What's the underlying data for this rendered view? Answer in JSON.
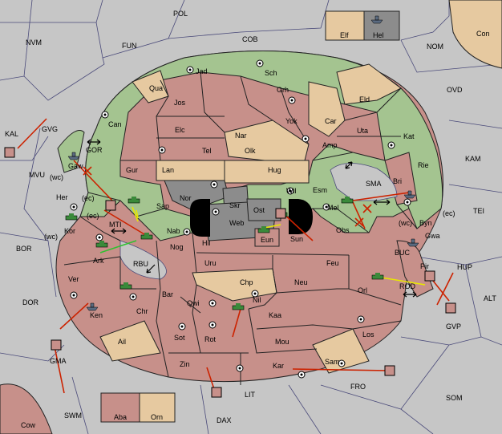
{
  "colors": {
    "sea": "#c6c6c6",
    "neutral": "#e6c9a0",
    "green_power": "#a4c490",
    "red_power": "#c7908a",
    "grey_power": "#8c8c8c",
    "move_arrow": "#cc2200",
    "support_arrow": "#e8e800",
    "convoy_arrow": "#30c030"
  },
  "sea_labels": {
    "pol": "POL",
    "fun": "FUN",
    "cob": "COB",
    "nvm": "NVM",
    "nom": "NOM",
    "ovd": "OVD",
    "kal": "KAL",
    "gvg": "GVG",
    "gor": "GOR",
    "mvu": "MVU",
    "kam": "KAM",
    "sma": "SMA",
    "tei": "TEI",
    "bor": "BOR",
    "mti": "MTI",
    "rbu": "RBU",
    "buc": "BUC",
    "hup": "HUP",
    "dor": "DOR",
    "rod": "ROD",
    "alt": "ALT",
    "gvp": "GVP",
    "gma": "GMA",
    "fro": "FRO",
    "som": "SOM",
    "lit": "LIT",
    "swm": "SWM",
    "dax": "DAX"
  },
  "land_labels": {
    "con": "Con",
    "elf": "Elf",
    "hel": "Hel",
    "jad": "Jad",
    "sch": "Sch",
    "qua": "Qua",
    "jos": "Jos",
    "grh": "Grh",
    "eld": "Eld",
    "can": "Can",
    "car": "Car",
    "yok": "Yok",
    "uta": "Uta",
    "elc": "Elc",
    "nar": "Nar",
    "kat": "Kat",
    "tel": "Tel",
    "olk": "Olk",
    "amp": "Amp",
    "gaw": "Gaw",
    "gur": "Gur",
    "lan": "Lan",
    "hug": "Hug",
    "rie": "Rie",
    "bri": "Bri",
    "wil": "Wil",
    "esm": "Esm",
    "her": "Her",
    "nor": "Nor",
    "skr": "Skr",
    "sap": "Sap",
    "ost": "Ost",
    "web": "Web",
    "mel": "Mel",
    "byn": "Byn",
    "kor": "Kor",
    "nab": "Nab",
    "obs": "Obs",
    "gwa": "Gwa",
    "eun": "Eun",
    "sun": "Sun",
    "hil": "Hil",
    "ark": "Ark",
    "nog": "Nog",
    "pir": "Pir",
    "uru": "Uru",
    "feu": "Feu",
    "ver": "Ver",
    "chp": "Chp",
    "neu": "Neu",
    "orl": "Orl",
    "bar": "Bar",
    "qwi": "Qwi",
    "nil": "Nil",
    "chr": "Chr",
    "ken": "Ken",
    "kaa": "Kaa",
    "sot": "Sot",
    "rot": "Rot",
    "ail": "Ail",
    "mou": "Mou",
    "los": "Los",
    "zin": "Zin",
    "kar": "Kar",
    "sam": "Sam",
    "aba": "Aba",
    "orn": "Orn",
    "cow": "Cow"
  },
  "coast_labels": {
    "wc1": "(wc)",
    "ec1": "(ec)",
    "ec2": "(ec)",
    "wc2": "(wc)",
    "wc3": "(wc)",
    "ec3": "(ec)"
  },
  "icons": {
    "army": "army-unit-icon",
    "fleet": "fleet-unit-icon",
    "supply_center": "supply-center-icon",
    "bounce": "failed-move-x-icon",
    "double_arrow": "double-arrow-icon"
  }
}
